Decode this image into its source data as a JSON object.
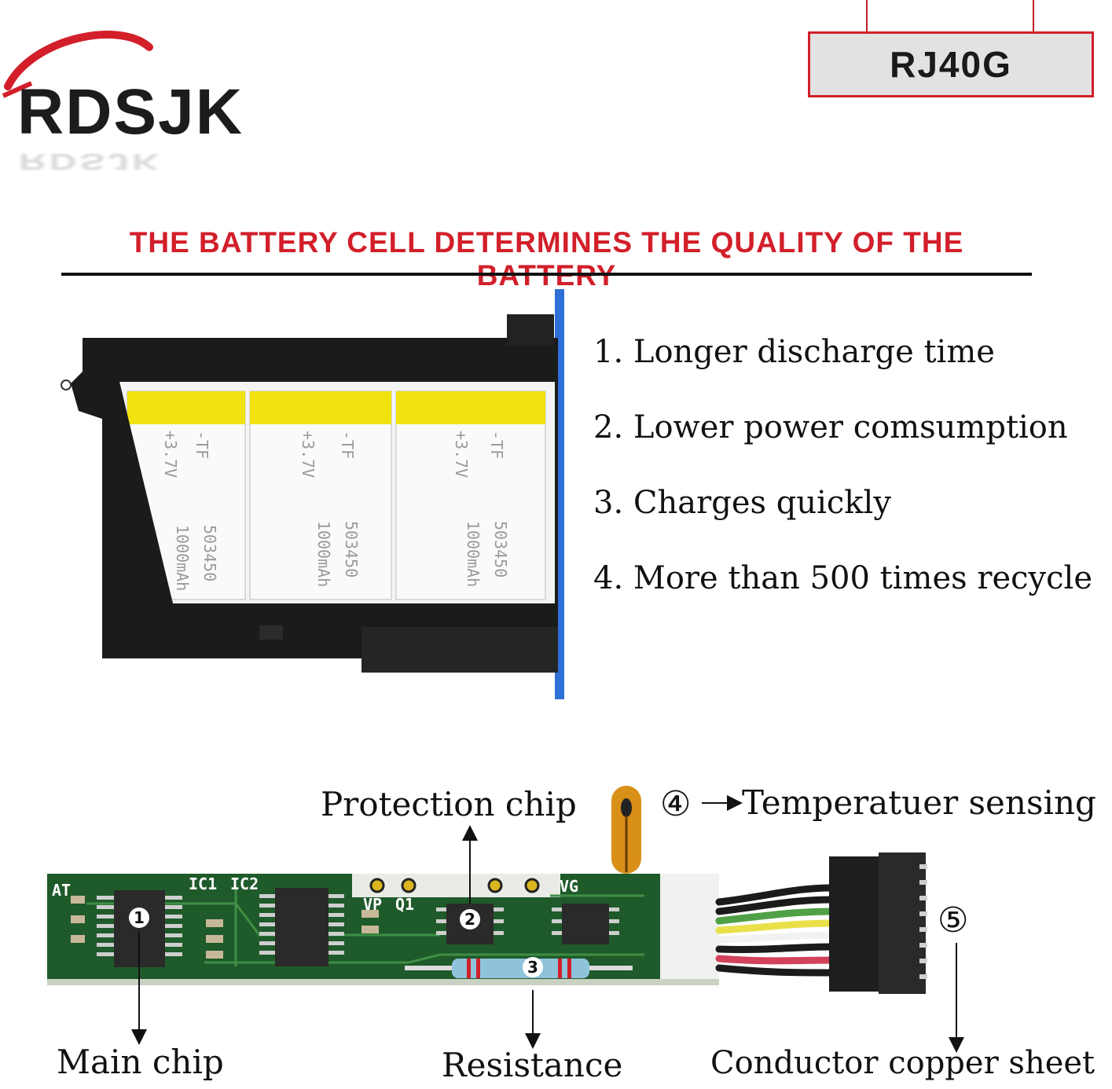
{
  "brand": {
    "logo_text": "RDSJK"
  },
  "model": {
    "label": "RJ40G"
  },
  "headline": "THE BATTERY CELL DETERMINES THE QUALITY OF THE BATTERY",
  "features": [
    "1. Longer discharge time",
    "2. Lower power comsumption",
    "3. Charges quickly",
    "4. More than 500 times recycle"
  ],
  "cells": [
    {
      "print_1": "-TF",
      "print_2": "+3.7V",
      "print_3": "503450",
      "print_4": "1000mAh"
    },
    {
      "print_1": "-TF",
      "print_2": "+3.7V",
      "print_3": "503450",
      "print_4": "1000mAh"
    },
    {
      "print_1": "-TF",
      "print_2": "+3.7V",
      "print_3": "503450",
      "print_4": "1000mAh"
    }
  ],
  "pcb": {
    "silkscreen": {
      "ic1": "IC1",
      "ic2": "IC2",
      "vp": "VP",
      "q1": "Q1",
      "vg": "VG",
      "at": "AT"
    },
    "markers": {
      "m1": "1",
      "m2": "2",
      "m3": "3",
      "m4": "④",
      "m5": "⑤"
    },
    "labels": {
      "protection_chip": "Protection chip",
      "temperature_sensing": "Temperatuer sensing",
      "main_chip": "Main chip",
      "resistance": "Resistance",
      "conductor": "Conductor copper sheet"
    }
  },
  "colors": {
    "accent_red": "#d21f2a",
    "cell_yellow": "#f2e20f",
    "pcb_green": "#1f5a2a",
    "frame_blue": "#2f6fd6"
  }
}
